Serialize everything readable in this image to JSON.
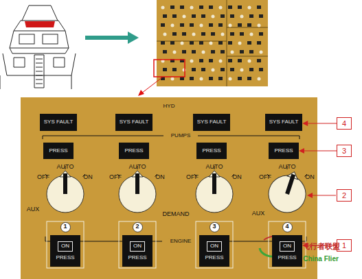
{
  "diagram": {
    "nodes": [
      {
        "text": [
          "HYD"
        ]
      },
      {
        "text": [
          "SYS FAULT"
        ],
        "in": 0
      },
      {
        "text": [
          "SYS FAULT"
        ],
        "in": 0
      },
      {
        "text": [
          "SYS FAULT"
        ],
        "in": 0
      },
      {
        "text": [
          "SYS FAULT"
        ],
        "in": 0
      },
      {
        "text": [
          "PRESS"
        ],
        "in": 0
      },
      {
        "text": [
          "PRESS"
        ],
        "in": 0
      },
      {
        "text": [
          "PRESS"
        ],
        "in": 0
      },
      {
        "text": [
          "PRESS"
        ],
        "in": 0
      },
      {
        "text": [
          "1"
        ],
        "in": 0
      },
      {
        "text": [
          "2"
        ],
        "in": 0
      },
      {
        "text": [
          "3"
        ],
        "in": 0
      },
      {
        "text": [
          "4"
        ],
        "in": 0
      },
      {
        "text": [
          "ON",
          "PRESS"
        ],
        "in": 0
      },
      {
        "text": [
          "ON",
          "PRESS"
        ],
        "in": 0
      },
      {
        "text": [
          "ON",
          "PRESS"
        ],
        "in": 0
      },
      {
        "text": [
          "ON",
          "PRESS"
        ],
        "in": 0
      },
      {
        "text": [
          "4"
        ]
      },
      {
        "text": [
          "3"
        ]
      },
      {
        "text": [
          "2"
        ]
      },
      {
        "text": [
          "1"
        ]
      }
    ],
    "edges": [
      {
        "from": 17,
        "to": 4,
        "arrow": "to"
      },
      {
        "from": 18,
        "to": 8,
        "arrow": "to"
      },
      {
        "from": 20,
        "to": 16,
        "arrow": "to"
      }
    ],
    "labels": [
      "PUMPS",
      "OFF",
      "AUTO",
      "ON",
      "OFF",
      "AUTO",
      "ON",
      "OFF",
      "AUTO",
      "ON",
      "OFF",
      "AUTO",
      "ON",
      "AUX",
      "DEMAND",
      "AUX",
      "ENGINE",
      "飞行者联盟",
      "China Flier"
    ]
  }
}
